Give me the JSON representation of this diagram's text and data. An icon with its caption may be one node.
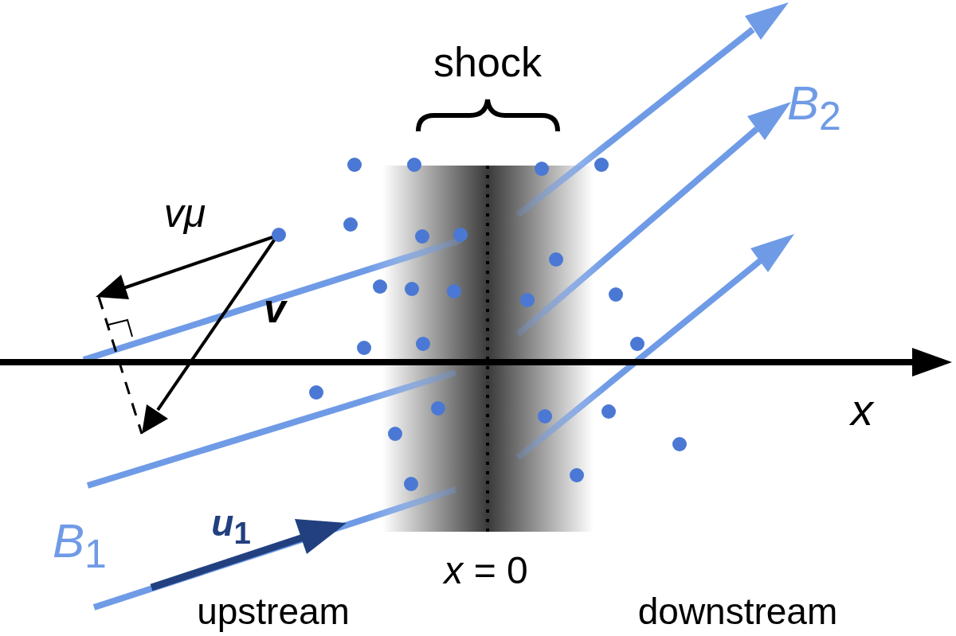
{
  "diagram": {
    "labels": [
      "shock",
      "*B*$_{2}$",
      "vμ",
      "v",
      "x",
      "*u*$_{1}$",
      "*B*$_{1}$",
      "*x* = 0",
      "upstream",
      "downstream"
    ]
  }
}
